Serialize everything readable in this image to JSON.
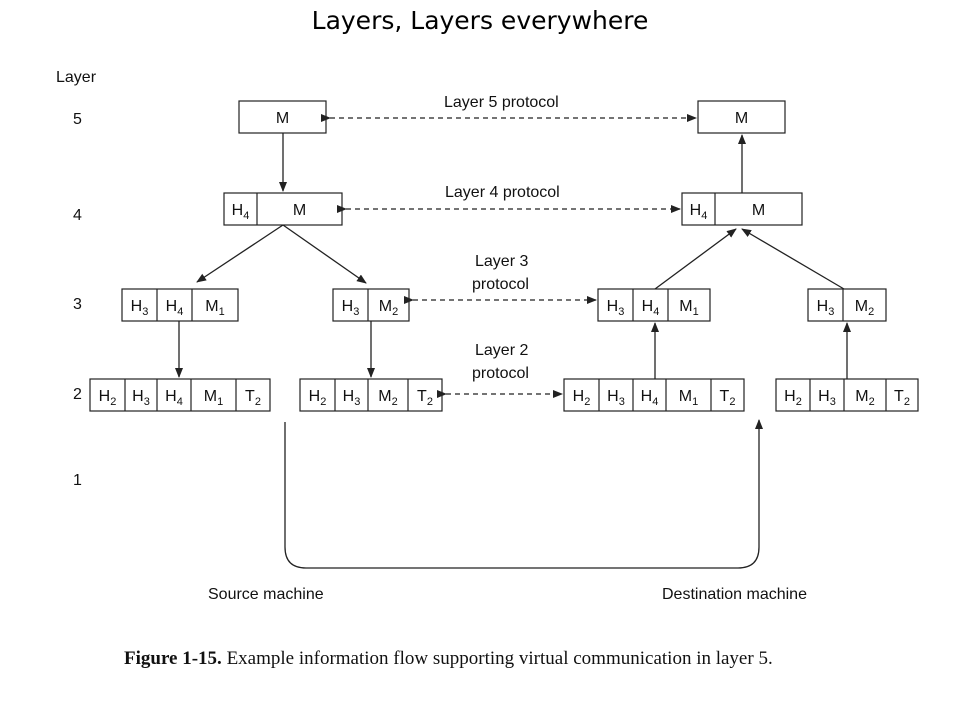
{
  "title": "Layers, Layers everywhere",
  "layer_header": "Layer",
  "layer_numbers": [
    "5",
    "4",
    "3",
    "2",
    "1"
  ],
  "protocols": {
    "l5": "Layer 5 protocol",
    "l4": "Layer 4 protocol",
    "l3_line1": "Layer 3",
    "l3_line2": "protocol",
    "l2_line1": "Layer 2",
    "l2_line2": "protocol"
  },
  "boxes": {
    "src_l5": [
      {
        "t": "M"
      }
    ],
    "dst_l5": [
      {
        "t": "M"
      }
    ],
    "src_l4": [
      {
        "t": "H",
        "s": "4"
      },
      {
        "t": "M"
      }
    ],
    "dst_l4": [
      {
        "t": "H",
        "s": "4"
      },
      {
        "t": "M"
      }
    ],
    "src_l3a": [
      {
        "t": "H",
        "s": "3"
      },
      {
        "t": "H",
        "s": "4"
      },
      {
        "t": "M",
        "s": "1"
      }
    ],
    "src_l3b": [
      {
        "t": "H",
        "s": "3"
      },
      {
        "t": "M",
        "s": "2"
      }
    ],
    "dst_l3a": [
      {
        "t": "H",
        "s": "3"
      },
      {
        "t": "H",
        "s": "4"
      },
      {
        "t": "M",
        "s": "1"
      }
    ],
    "dst_l3b": [
      {
        "t": "H",
        "s": "3"
      },
      {
        "t": "M",
        "s": "2"
      }
    ],
    "src_l2a": [
      {
        "t": "H",
        "s": "2"
      },
      {
        "t": "H",
        "s": "3"
      },
      {
        "t": "H",
        "s": "4"
      },
      {
        "t": "M",
        "s": "1"
      },
      {
        "t": "T",
        "s": "2"
      }
    ],
    "src_l2b": [
      {
        "t": "H",
        "s": "2"
      },
      {
        "t": "H",
        "s": "3"
      },
      {
        "t": "M",
        "s": "2"
      },
      {
        "t": "T",
        "s": "2"
      }
    ],
    "dst_l2a": [
      {
        "t": "H",
        "s": "2"
      },
      {
        "t": "H",
        "s": "3"
      },
      {
        "t": "H",
        "s": "4"
      },
      {
        "t": "M",
        "s": "1"
      },
      {
        "t": "T",
        "s": "2"
      }
    ],
    "dst_l2b": [
      {
        "t": "H",
        "s": "2"
      },
      {
        "t": "H",
        "s": "3"
      },
      {
        "t": "M",
        "s": "2"
      },
      {
        "t": "T",
        "s": "2"
      }
    ]
  },
  "source_label": "Source machine",
  "destination_label": "Destination machine",
  "caption": {
    "bold": "Figure 1-15.",
    "text": "Example information flow supporting virtual communication in layer 5."
  }
}
